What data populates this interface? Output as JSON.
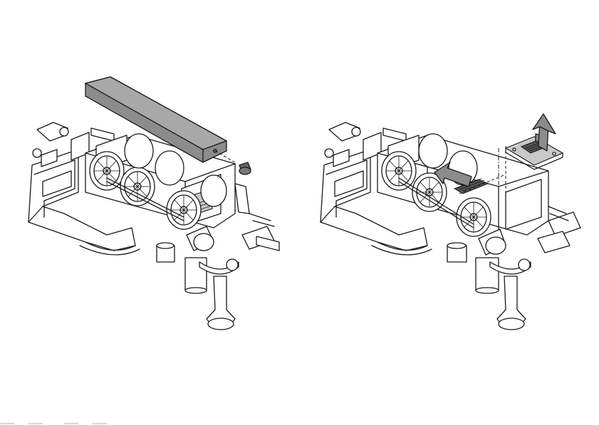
{
  "figures": [
    {
      "id": "left",
      "step": "remove-body-cover"
    },
    {
      "id": "right",
      "step": "remove-interface-board"
    }
  ],
  "colors": {
    "line": "#1a1a1a",
    "cover": "#8c8c8c",
    "arrow": "#8c8c8c",
    "background": "#ffffff"
  },
  "icons": [
    "screw-icon",
    "slide-arrow-icon",
    "lift-arrow-icon"
  ]
}
